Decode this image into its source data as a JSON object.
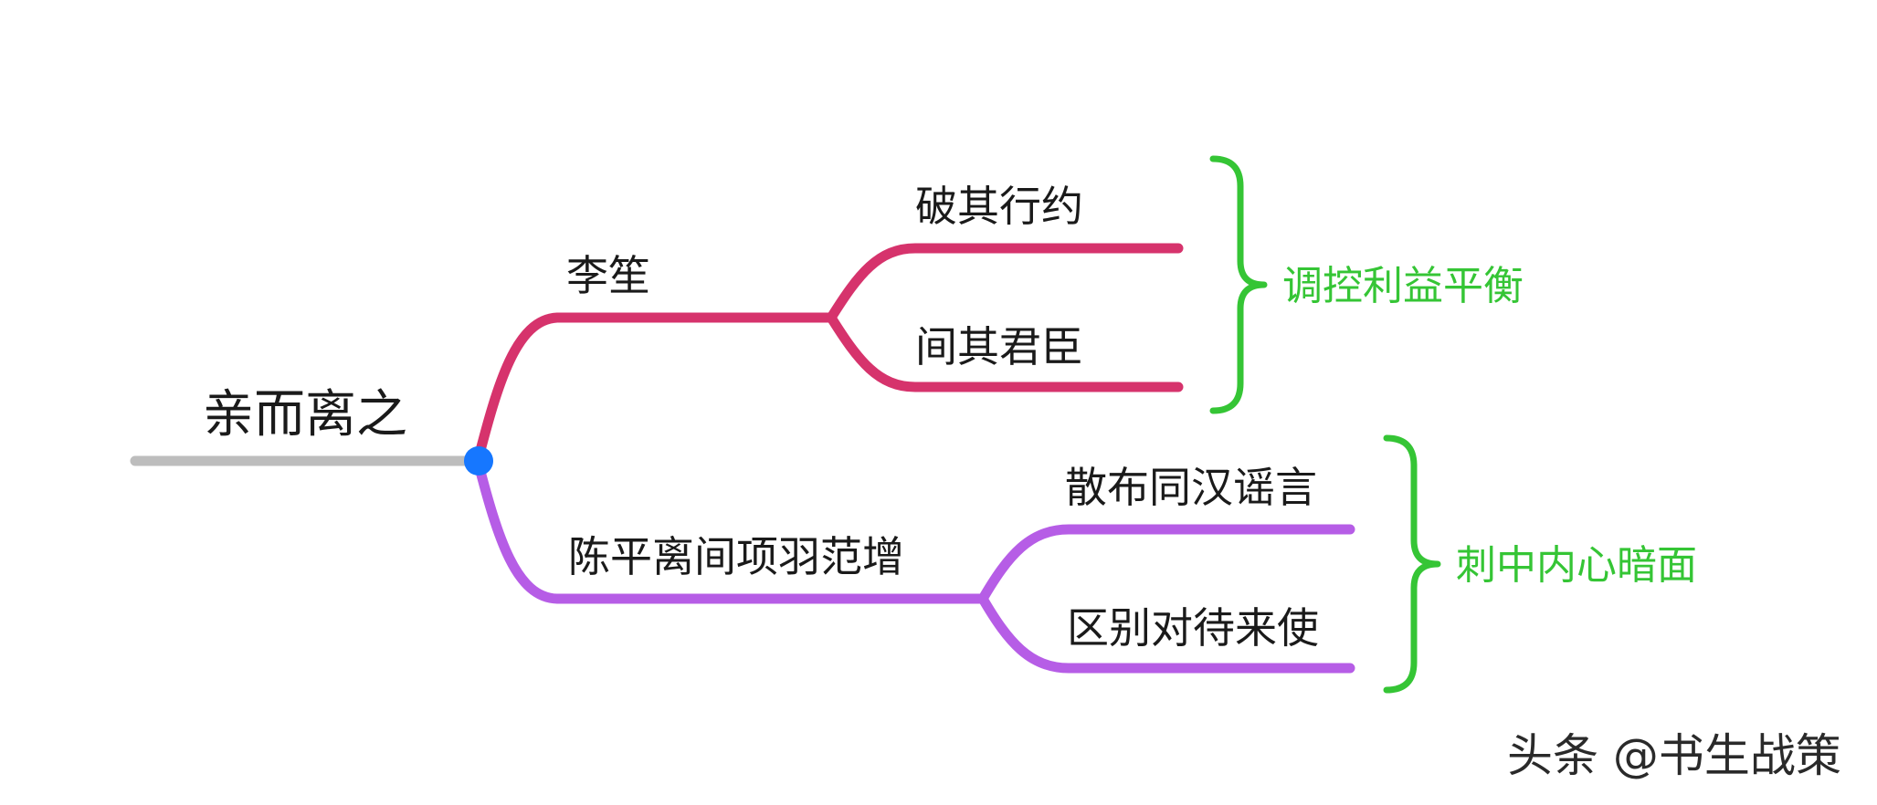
{
  "root": {
    "label": "亲而离之"
  },
  "branches": [
    {
      "label": "李笙",
      "color": "#d6336c",
      "children": [
        {
          "label": "破其行约"
        },
        {
          "label": "间其君臣"
        }
      ],
      "summary": {
        "label": "调控利益平衡"
      }
    },
    {
      "label": "陈平离间项羽范增",
      "color": "#b65de6",
      "children": [
        {
          "label": "散布同汉谣言"
        },
        {
          "label": "区别对待来使"
        }
      ],
      "summary": {
        "label": "刺中内心暗面"
      }
    }
  ],
  "colors": {
    "root_line": "#bdbdbd",
    "root_dot": "#1677ff",
    "summary": "#35c535"
  },
  "watermark": "头条 @书生战策"
}
